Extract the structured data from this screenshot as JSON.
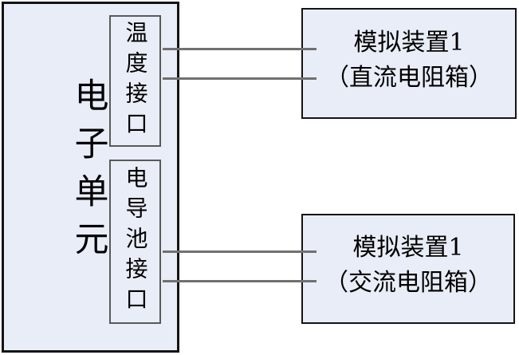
{
  "colors": {
    "page_bg": "#ffffff",
    "box_fill": "#e9edf7",
    "outer_border": "#141414",
    "inner_border": "#595959",
    "device_border": "#141414",
    "connector": "#707070",
    "text": "#000000"
  },
  "diagram": {
    "electronic_unit": {
      "label": "电子单元"
    },
    "interfaces": {
      "temperature": {
        "label": "温度接口"
      },
      "conductivity_cell": {
        "label": "电导池接口"
      }
    },
    "devices": {
      "dc": {
        "line1": "模拟装置1",
        "line2": "（直流电阻箱）"
      },
      "ac": {
        "line1": "模拟装置1",
        "line2": "（交流电阻箱）"
      }
    }
  }
}
